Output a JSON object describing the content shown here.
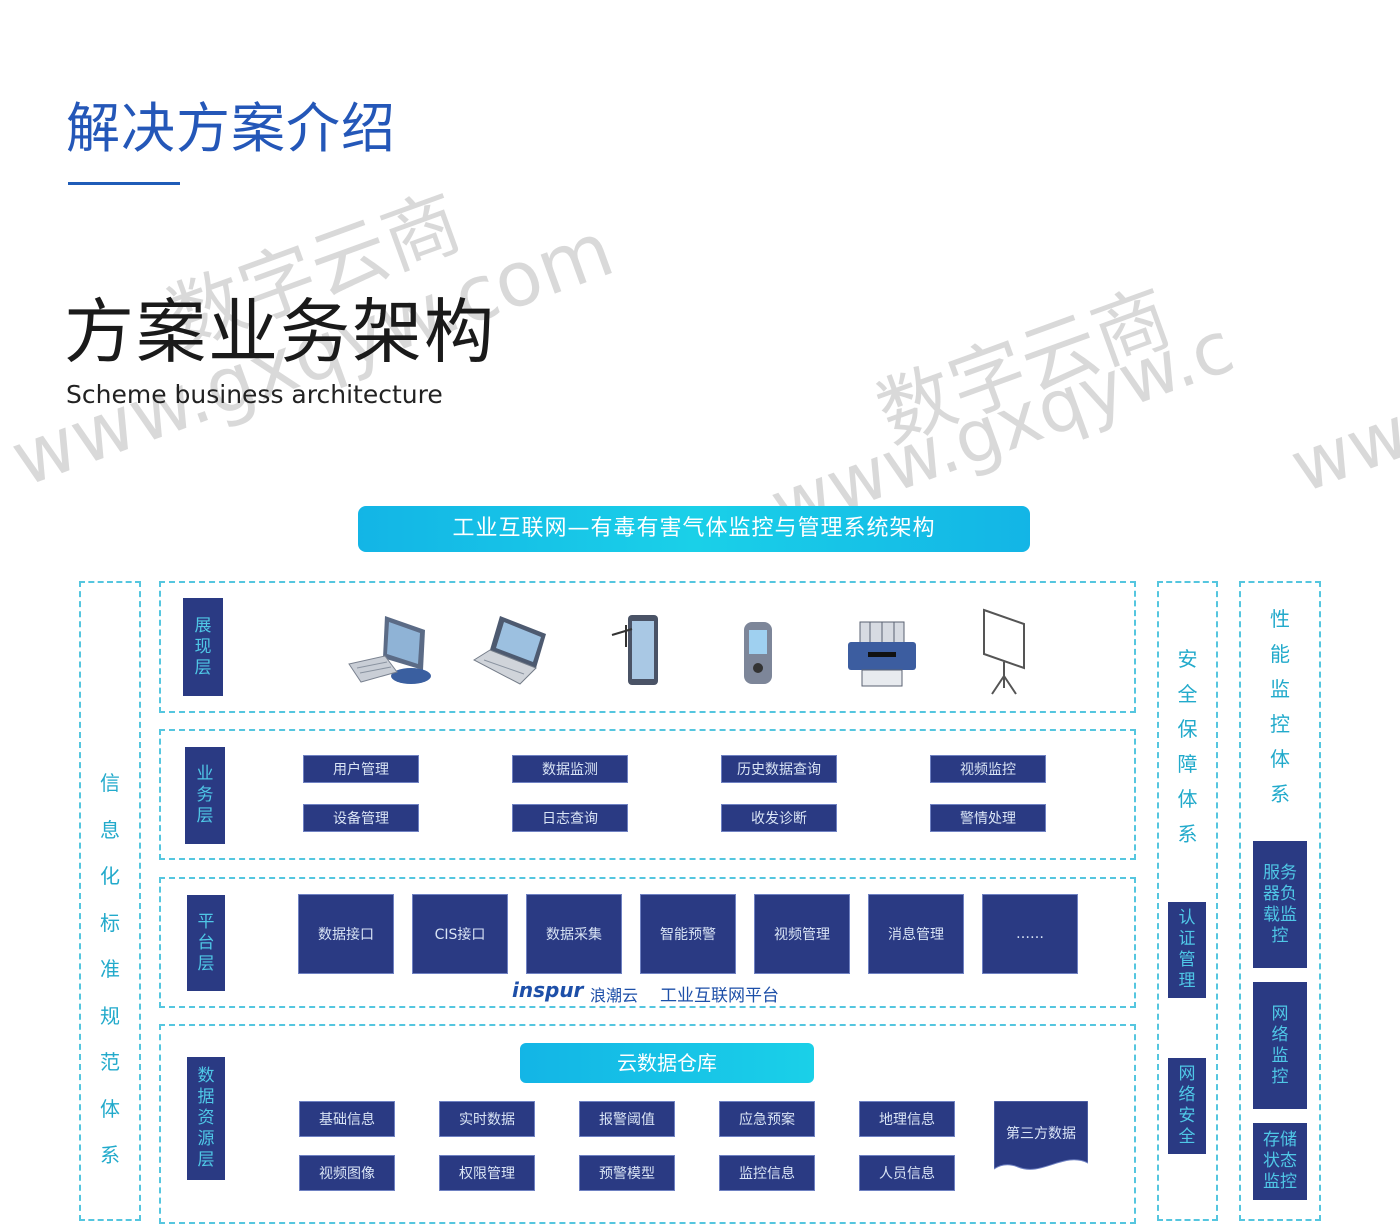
{
  "header": {
    "title": "解决方案介绍",
    "heading": "方案业务架构",
    "subheading": "Scheme business architecture"
  },
  "watermark": {
    "cn": "数字云商",
    "url1": "www.gxqyw.com",
    "url2": "www.gxqyw.c",
    "url3": "ww"
  },
  "diagram": {
    "banner": "工业互联网—有毒有害气体监控与管理系统架构",
    "left_column": [
      "信",
      "息",
      "化",
      "标",
      "准",
      "规",
      "范",
      "体",
      "系"
    ],
    "security_column": {
      "title": [
        "安",
        "全",
        "保",
        "障",
        "体",
        "系"
      ],
      "boxes": [
        [
          "认",
          "证",
          "管",
          "理"
        ],
        [
          "网",
          "络",
          "安",
          "全"
        ]
      ]
    },
    "performance_column": {
      "title": [
        "性",
        "能",
        "监",
        "控",
        "体",
        "系"
      ],
      "boxes": [
        [
          "服务",
          "器负",
          "载监",
          "控"
        ],
        [
          "网",
          "络",
          "监",
          "控"
        ],
        [
          "存储",
          "状态",
          "监控"
        ]
      ]
    },
    "presentation_layer": {
      "label": [
        "展",
        "现",
        "层"
      ],
      "devices": [
        "desktop-computer-icon",
        "laptop-icon",
        "tablet-icon",
        "handheld-device-icon",
        "printer-icon",
        "projector-screen-icon"
      ]
    },
    "business_layer": {
      "label": [
        "业",
        "务",
        "层"
      ],
      "row1": [
        "用户管理",
        "数据监测",
        "历史数据查询",
        "视频监控"
      ],
      "row2": [
        "设备管理",
        "日志查询",
        "收发诊断",
        "警情处理"
      ]
    },
    "platform_layer": {
      "label": [
        "平",
        "台",
        "层"
      ],
      "modules": [
        "数据接口",
        "CIS接口",
        "数据采集",
        "智能预警",
        "视频管理",
        "消息管理",
        "……"
      ],
      "brand_logo": "inspur",
      "brand_cn": "浪潮云",
      "platform_name": "工业互联网平台"
    },
    "data_layer": {
      "label": [
        "数",
        "据",
        "资",
        "源",
        "层"
      ],
      "warehouse": "云数据仓库",
      "row1": [
        "基础信息",
        "实时数据",
        "报警阈值",
        "应急预案",
        "地理信息"
      ],
      "row2": [
        "视频图像",
        "权限管理",
        "预警模型",
        "监控信息",
        "人员信息"
      ],
      "third_party": "第三方数据"
    }
  }
}
